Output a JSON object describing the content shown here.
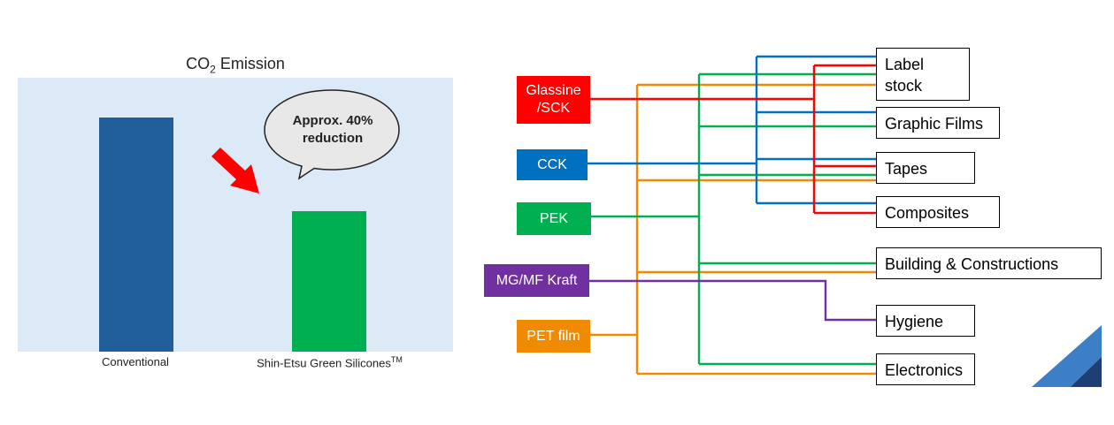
{
  "chart_data": {
    "type": "bar",
    "title": "CO2 Emission",
    "categories": [
      "Conventional",
      "Shin-Etsu Green Silicones"
    ],
    "values": [
      1.0,
      0.6
    ],
    "colors": [
      "#215f9a",
      "#00b050"
    ],
    "grid": false,
    "annotation": "Approx. 40% reduction"
  },
  "chart": {
    "title_main": "CO",
    "title_sub": "2",
    "title_rest": " Emission",
    "bubble_line1": "Approx. 40%",
    "bubble_line2": "reduction",
    "xtick1": "Conventional",
    "xtick2": "Shin-Etsu Green Silicones",
    "xtick2_sup": "TM",
    "arrow_icon": "red-arrow-icon"
  },
  "sources": [
    {
      "label1": "Glassine",
      "label2": "/SCK",
      "color": "#ff0000"
    },
    {
      "label1": "CCK",
      "label2": "",
      "color": "#0070c0"
    },
    {
      "label1": "PEK",
      "label2": "",
      "color": "#00b050"
    },
    {
      "label1": "MG/MF Kraft",
      "label2": "",
      "color": "#7030a0"
    },
    {
      "label1": "PET film",
      "label2": "",
      "color": "#f08a00"
    }
  ],
  "destinations": [
    {
      "label1": "Label",
      "label2": "stock"
    },
    {
      "label1": "Graphic Films",
      "label2": ""
    },
    {
      "label1": "Tapes",
      "label2": ""
    },
    {
      "label1": "Composites",
      "label2": ""
    },
    {
      "label1": "Building & Constructions",
      "label2": ""
    },
    {
      "label1": "Hygiene",
      "label2": ""
    },
    {
      "label1": "Electronics",
      "label2": ""
    }
  ]
}
